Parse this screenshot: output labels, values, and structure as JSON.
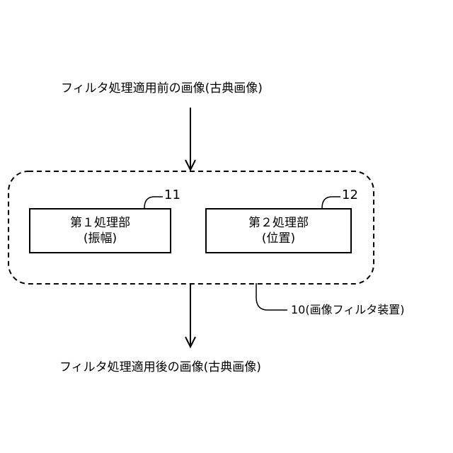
{
  "input_image_label": "フィルタ処理適用前の画像(古典画像)",
  "output_image_label": "フィルタ処理適用後の画像(古典画像)",
  "device": {
    "label": "10(画像フィルタ装置)"
  },
  "units": [
    {
      "ref": "11",
      "name": "第１処理部",
      "sub": "(振幅)"
    },
    {
      "ref": "12",
      "name": "第２処理部",
      "sub": "(位置)"
    }
  ]
}
